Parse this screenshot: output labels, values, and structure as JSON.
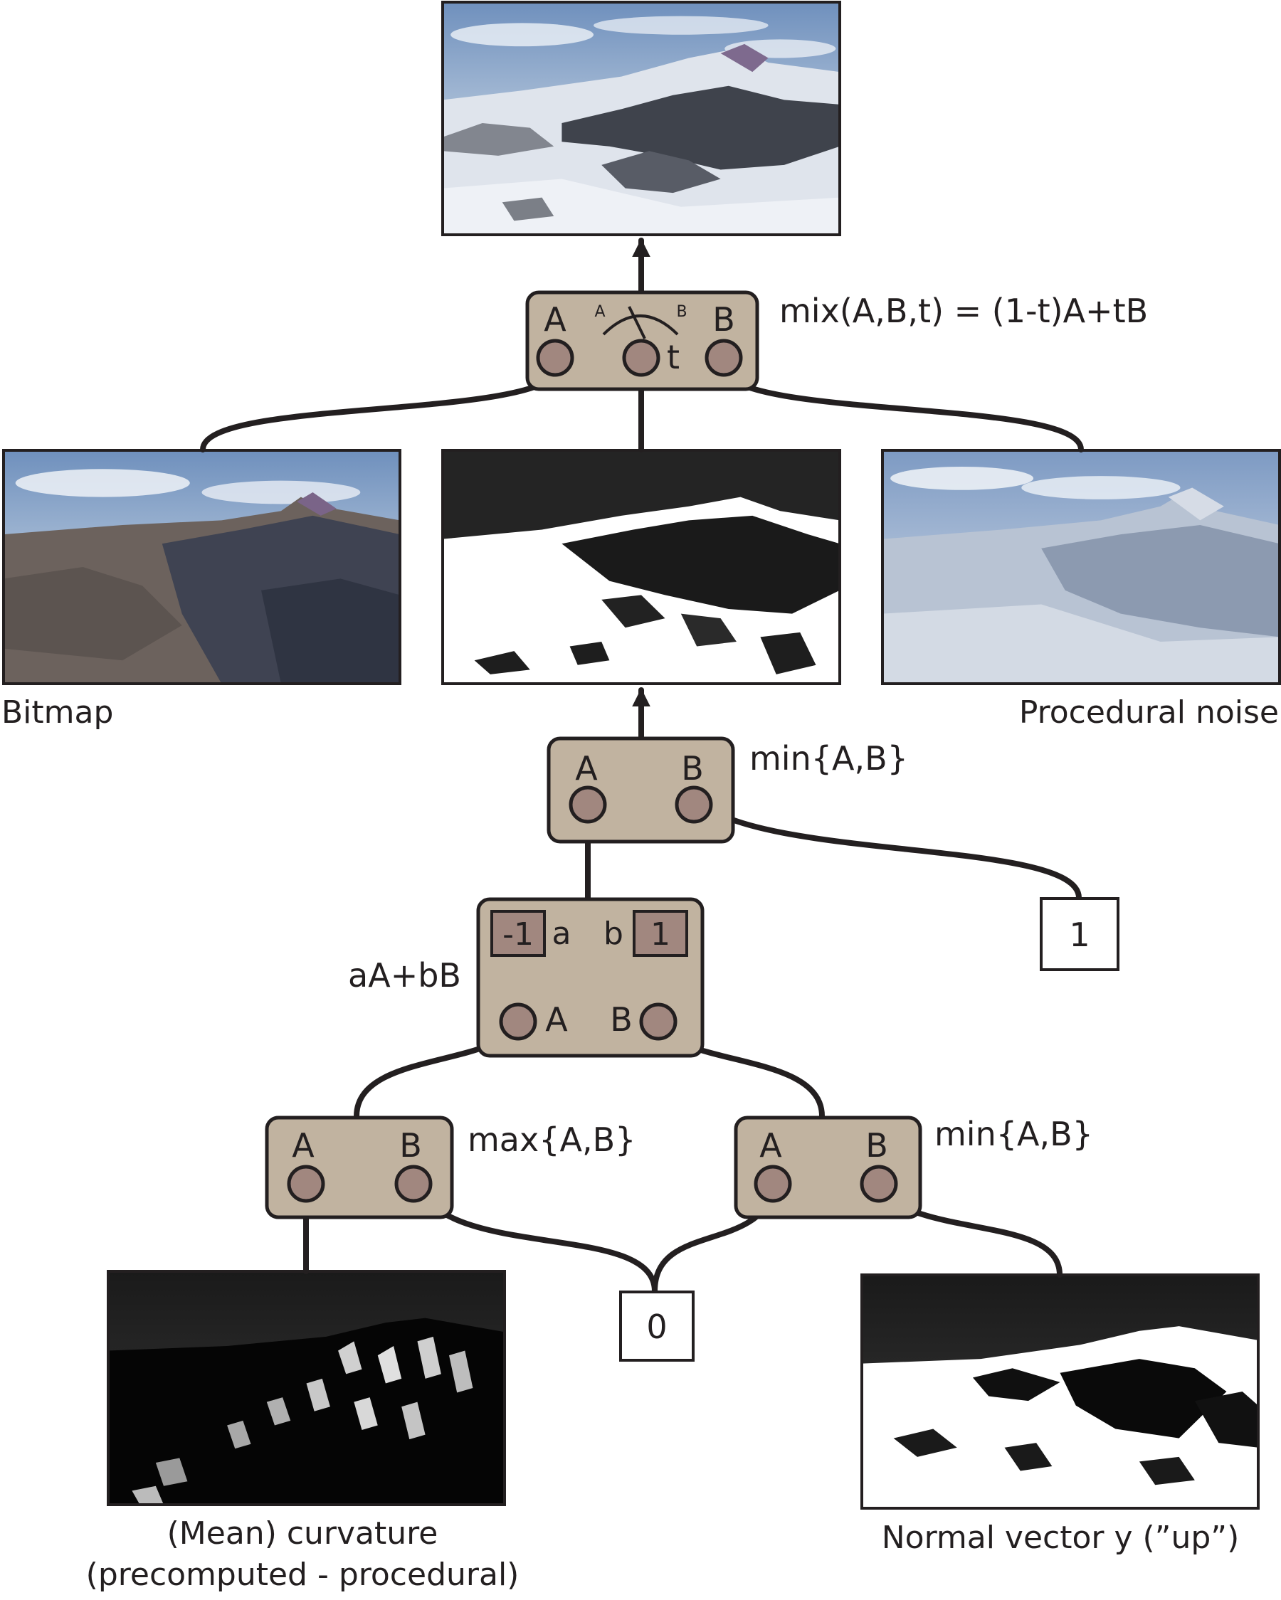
{
  "colors": {
    "node_fill": "#c1b3a0",
    "socket_fill": "#a1877f",
    "stroke": "#231f20",
    "sky": "#9fb6d0",
    "snow": "#e9edf3",
    "rock": "#4c4f57",
    "bitmap_ground": "#6a5f58",
    "mask_bg": "#222222"
  },
  "images": {
    "final": {
      "caption": "",
      "kind": "photo-snowy-mountain-final"
    },
    "bitmap": {
      "caption": "Bitmap",
      "kind": "photo-bitmap-mountain"
    },
    "mask": {
      "caption": "",
      "kind": "snow-mask"
    },
    "noise": {
      "caption": "Procedural noise",
      "kind": "photo-procedural-noise-mountain"
    },
    "curvature": {
      "caption_line1": "(Mean) curvature",
      "caption_line2": "(precomputed - procedural)",
      "kind": "curvature-mask"
    },
    "normal": {
      "caption": "Normal vector y (”up”)",
      "kind": "normal-y-mask"
    }
  },
  "nodes": {
    "mix": {
      "formula": "mix(A,B,t) = (1-t)A+tB",
      "input_a": "A",
      "input_b": "B",
      "input_t": "t",
      "dial_a": "A",
      "dial_b": "B"
    },
    "min_top": {
      "formula": "min{A,B}",
      "input_a": "A",
      "input_b": "B"
    },
    "lincomb": {
      "formula": "aA+bB",
      "param_a_value": "-1",
      "param_a_name": "a",
      "param_b_name": "b",
      "param_b_value": "1",
      "input_a": "A",
      "input_b": "B"
    },
    "max": {
      "formula": "max{A,B}",
      "input_a": "A",
      "input_b": "B"
    },
    "min_bottom": {
      "formula": "min{A,B}",
      "input_a": "A",
      "input_b": "B"
    }
  },
  "constants": {
    "one": "1",
    "zero": "0"
  }
}
